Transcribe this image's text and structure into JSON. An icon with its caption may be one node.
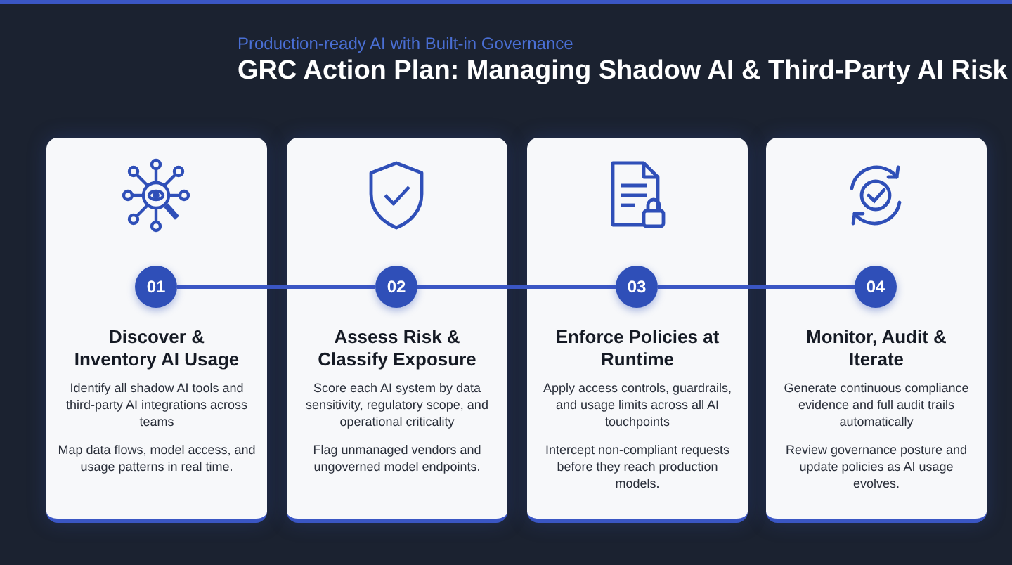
{
  "diagram": {
    "title": "GRC Action Plan: Managing Shadow AI & Third-Party AI Risk",
    "nodes": [
      {
        "text": [
          "Discover & Inventory AI Usage",
          "Identify all shadow AI tools and third-party AI integrations across teams",
          "Map data flows, model access, and usage patterns in real time."
        ]
      },
      {
        "text": [
          "01"
        ],
        "in": 0
      },
      {
        "text": [
          "Assess Risk & Classify Exposure",
          "Score each AI system by data sensitivity, regulatory scope, and operational criticality",
          "Flag unmanaged vendors and ungoverned model endpoints."
        ]
      },
      {
        "text": [
          "02"
        ],
        "in": 2
      },
      {
        "text": [
          "Enforce Policies at Runtime",
          "Apply access controls, guardrails, and usage limits across all AI touchpoints",
          "Intercept non-compliant requests before they reach production models."
        ]
      },
      {
        "text": [
          "03"
        ],
        "in": 4
      },
      {
        "text": [
          "Monitor, Audit & Iterate",
          "Generate continuous compliance evidence and full audit trails automatically",
          "Review governance posture and update policies as AI usage evolves."
        ]
      },
      {
        "text": [
          "04"
        ],
        "in": 6
      }
    ],
    "edges": [
      {
        "from": 1,
        "to": 3,
        "arrow": "none"
      },
      {
        "from": 3,
        "to": 5,
        "arrow": "none"
      },
      {
        "from": 5,
        "to": 7,
        "arrow": "none"
      }
    ],
    "labels": [
      "Production-ready AI with Built-in Governance"
    ]
  }
}
